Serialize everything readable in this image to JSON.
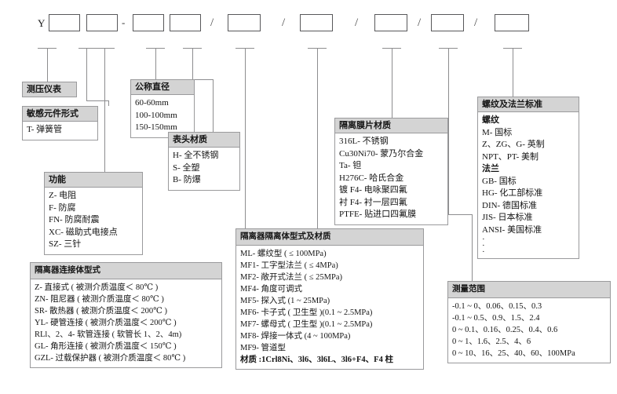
{
  "diagram": {
    "title_code_prefix": "Y",
    "separators": [
      "-",
      "/",
      "/",
      "/",
      "/",
      "/"
    ]
  },
  "code_line": {
    "prefix": "Y",
    "dash": "-",
    "slash": "/",
    "boxes": [
      "",
      "",
      "",
      "",
      "",
      "",
      "",
      "",
      ""
    ]
  },
  "boxes": {
    "pressure_instrument": {
      "title": "测压仪表",
      "items": []
    },
    "sensitive_element": {
      "title": "敏感元件形式",
      "items": [
        "T- 弹簧管"
      ]
    },
    "function": {
      "title": "功能",
      "items": [
        "Z- 电阻",
        "F- 防腐",
        "FN- 防腐耐震",
        "XC- 磁助式电接点",
        "SZ- 三针"
      ]
    },
    "nominal_diameter": {
      "title": "公称直径",
      "items": [
        "60-60mm",
        "100-100mm",
        "150-150mm"
      ]
    },
    "head_material": {
      "title": "表头材质",
      "items": [
        "H- 全不锈钢",
        "S- 全塑",
        "B- 防爆"
      ]
    },
    "diaphragm_material": {
      "title": "隔离膜片材质",
      "items": [
        "316L- 不锈钢",
        "Cu30Ni70- 蒙乃尔合金",
        "Ta- 钽",
        "H276C- 哈氏合金",
        "镀 F4- 电咏聚四氟",
        "衬 F4- 衬一层四氟",
        "PTFE- 贴进口四氟膜"
      ]
    },
    "thread_flange_standard": {
      "title": "螺纹及法兰标准",
      "items": [
        "螺纹",
        "M- 国标",
        "Z、ZG、G- 英制",
        "NPT、PT- 美制",
        "法兰",
        "GB- 国标",
        "HG- 化工部标准",
        "DIN- 德国标准",
        "JIS- 日本标准",
        "ANSI- 美国标准",
        "·",
        "·",
        "·"
      ]
    },
    "isolator_body_type": {
      "title": "隔离器隔离体型式及材质",
      "items": [
        "ML- 螺纹型 ( ≤ 100MPa)",
        "MF1- 工字型法兰 ( ≤ 4MPa)",
        "MF2- 敞开式法兰 ( ≤ 25MPa)",
        "MF4- 角度可调式",
        "MF5- 探入式 (1 ~ 25MPa)",
        "MF6- 卡子式 ( 卫生型 )(0.1 ~ 2.5MPa)",
        "MF7- 螺母式 ( 卫生型 )(0.1 ~ 2.5MPa)",
        "MF8- 焊接一体式 (4 ~ 100MPa)",
        "MF9- 管道型",
        "材质 :1Crl8Ni、3l6、3l6L、3l6+F4、F4 柱"
      ]
    },
    "isolator_connector_type": {
      "title": "隔离器连接体型式",
      "items": [
        "Z- 直接式 ( 被测介质温度＜ 80℃ )",
        "ZN- 阻尼器 ( 被测介质温度＜ 80℃ )",
        "SR- 散热器 ( 被测介质温度＜ 200℃ )",
        "YL- 硬管连接 ( 被测介质温度＜ 200℃ )",
        "RLl、2、4- 软管连接 ( 软管长 1、2、4m)",
        "GL- 角形连接 ( 被测介质温度＜ 150℃ )",
        "GZL- 过载保护器 ( 被测介质温度＜ 80℃ )"
      ]
    },
    "measuring_range": {
      "title": "测量范围",
      "items": [
        "-0.1 ~ 0、0.06、0.15、0.3",
        "-0.1 ~ 0.5、0.9、1.5、2.4",
        "0 ~ 0.1、0.16、0.25、0.4、0.6",
        "0 ~ 1、1.6、2.5、4、6",
        "0 ~ 10、16、25、40、60、100MPa"
      ]
    }
  },
  "colors": {
    "header_fill": "#d4d4d4",
    "border": "#9a9a9c",
    "line": "#8d8d8f",
    "text": "#141414"
  }
}
